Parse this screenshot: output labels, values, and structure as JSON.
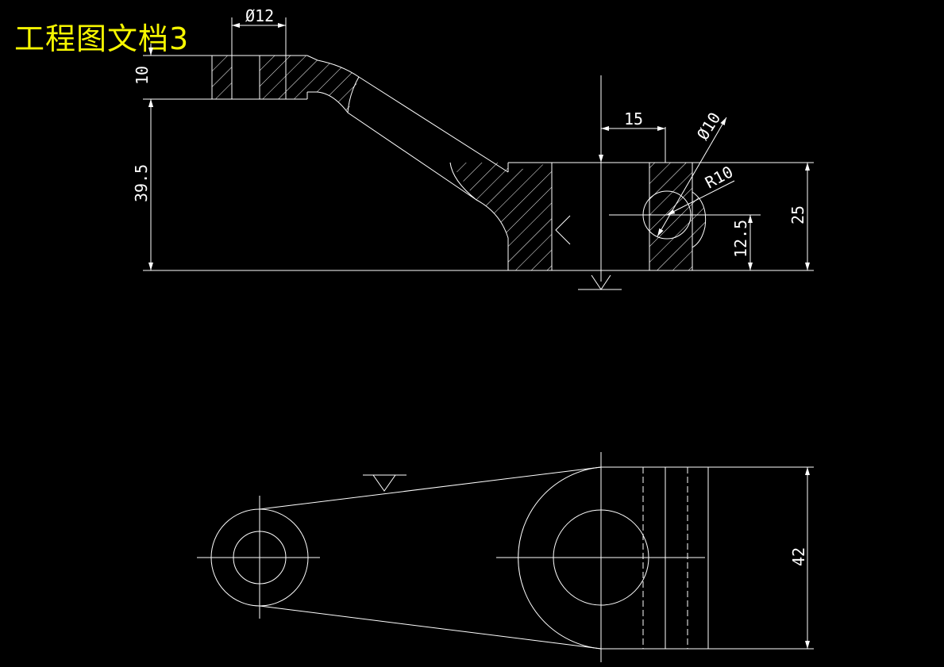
{
  "title": "工程图文档3",
  "colors": {
    "background": "#000000",
    "lines": "#ffffff",
    "title": "#f6f600"
  },
  "dimensions": {
    "dia12": "Ø12",
    "h10": "10",
    "h39_5": "39.5",
    "d15": "15",
    "dia10": "Ø10",
    "r10": "R10",
    "h12_5": "12.5",
    "h25": "25",
    "w42": "42"
  }
}
